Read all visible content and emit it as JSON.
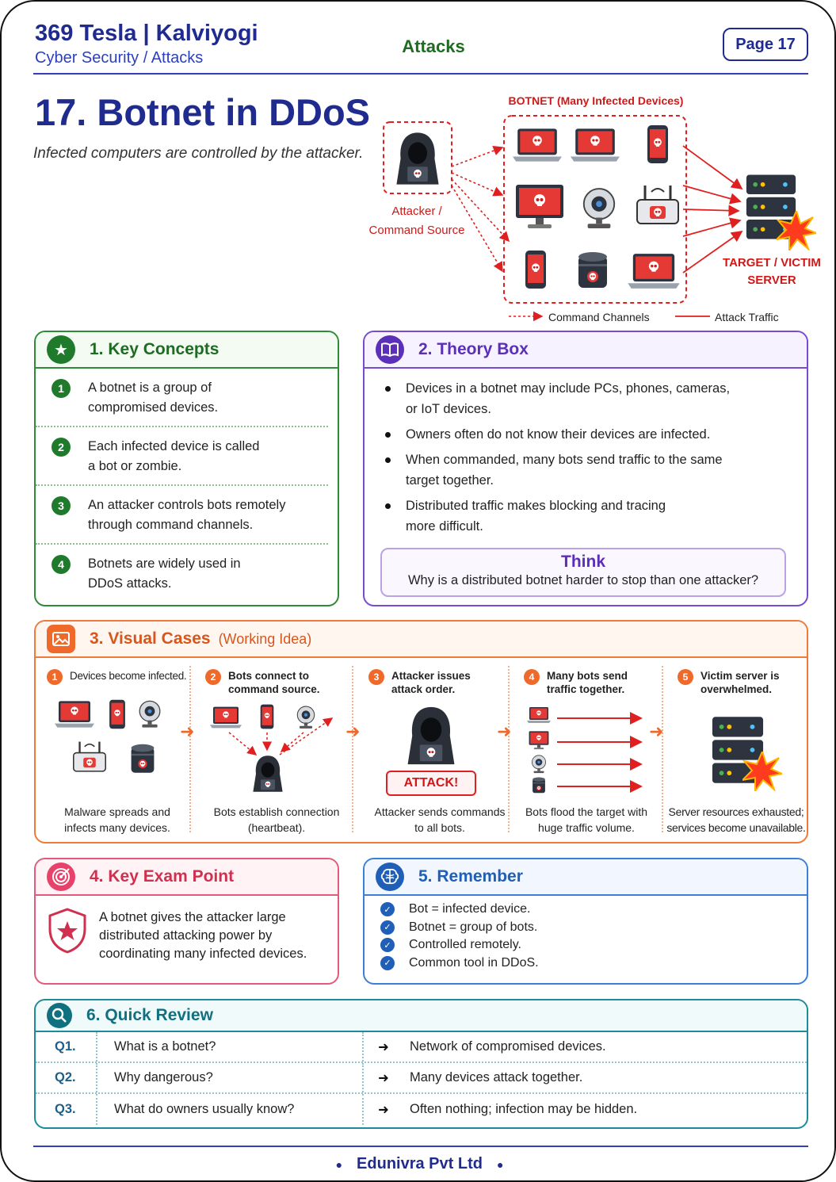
{
  "header": {
    "brand": "369 Tesla | Kalviyogi",
    "breadcrumb": "Cyber Security / Attacks",
    "topic": "Attacks",
    "page_label": "Page 17"
  },
  "title": "17. Botnet in DDoS",
  "subtitle": "Infected computers are controlled by the attacker.",
  "diagram": {
    "botnet_label": "BOTNET (Many Infected Devices)",
    "attacker_label_1": "Attacker /",
    "attacker_label_2": "Command Source",
    "target_label_1": "TARGET / VICTIM",
    "target_label_2": "SERVER",
    "legend_command": "Command Channels",
    "legend_attack": "Attack Traffic",
    "colors": {
      "accent": "#e02020",
      "navy": "#1f2b8f"
    }
  },
  "key_concepts": {
    "heading": "1.  Key Concepts",
    "items": [
      {
        "num": "1",
        "line1": "A botnet is a group of",
        "line2": "compromised devices."
      },
      {
        "num": "2",
        "line1": "Each infected device is called",
        "line2": "a bot or zombie."
      },
      {
        "num": "3",
        "line1": "An attacker controls bots remotely",
        "line2": "through command channels."
      },
      {
        "num": "4",
        "line1": "Botnets are widely used in",
        "line2": "DDoS attacks."
      }
    ]
  },
  "theory": {
    "heading": "2.  Theory Box",
    "bullets": [
      {
        "line1": "Devices in a botnet may include PCs, phones, cameras,",
        "line2": "or IoT devices."
      },
      {
        "line1": "Owners often do not know their devices are infected.",
        "line2": ""
      },
      {
        "line1": "When commanded, many bots send traffic to the same",
        "line2": "target together."
      },
      {
        "line1": "Distributed traffic makes blocking and tracing",
        "line2": "more difficult."
      }
    ],
    "think_title": "Think",
    "think_text": "Why is a distributed botnet harder to stop than one attacker?"
  },
  "visual_cases": {
    "heading": "3.  Visual Cases",
    "heading_paren": "(Working Idea)",
    "attack_badge": "ATTACK!",
    "steps": [
      {
        "num": "1",
        "title1": "Devices become infected.",
        "title2": "",
        "cap1": "Malware spreads and",
        "cap2": "infects many devices."
      },
      {
        "num": "2",
        "title1": "Bots connect to",
        "title2": "command source.",
        "cap1": "Bots establish connection",
        "cap2": "(heartbeat)."
      },
      {
        "num": "3",
        "title1": "Attacker issues",
        "title2": "attack order.",
        "cap1": "Attacker sends commands",
        "cap2": "to all bots."
      },
      {
        "num": "4",
        "title1": "Many bots send",
        "title2": "traffic together.",
        "cap1": "Bots flood the target with",
        "cap2": "huge traffic volume."
      },
      {
        "num": "5",
        "title1": "Victim server is",
        "title2": "overwhelmed.",
        "cap1": "Server resources exhausted;",
        "cap2": "services become unavailable."
      }
    ]
  },
  "exam_point": {
    "heading": "4.  Key Exam Point",
    "line1": "A botnet gives the attacker large",
    "line2": "distributed attacking power by",
    "line3": "coordinating many infected devices."
  },
  "remember": {
    "heading": "5.  Remember",
    "items": [
      "Bot = infected device.",
      "Botnet = group of bots.",
      "Controlled remotely.",
      "Common tool in DDoS."
    ]
  },
  "quick_review": {
    "heading": "6.  Quick Review",
    "rows": [
      {
        "q": "Q1.",
        "question": "What is a botnet?",
        "answer": "Network of compromised devices."
      },
      {
        "q": "Q2.",
        "question": "Why dangerous?",
        "answer": "Many devices attack together."
      },
      {
        "q": "Q3.",
        "question": "What do owners usually know?",
        "answer": "Often nothing; infection may be hidden."
      }
    ]
  },
  "footer": {
    "company": "Edunivra Pvt Ltd"
  }
}
